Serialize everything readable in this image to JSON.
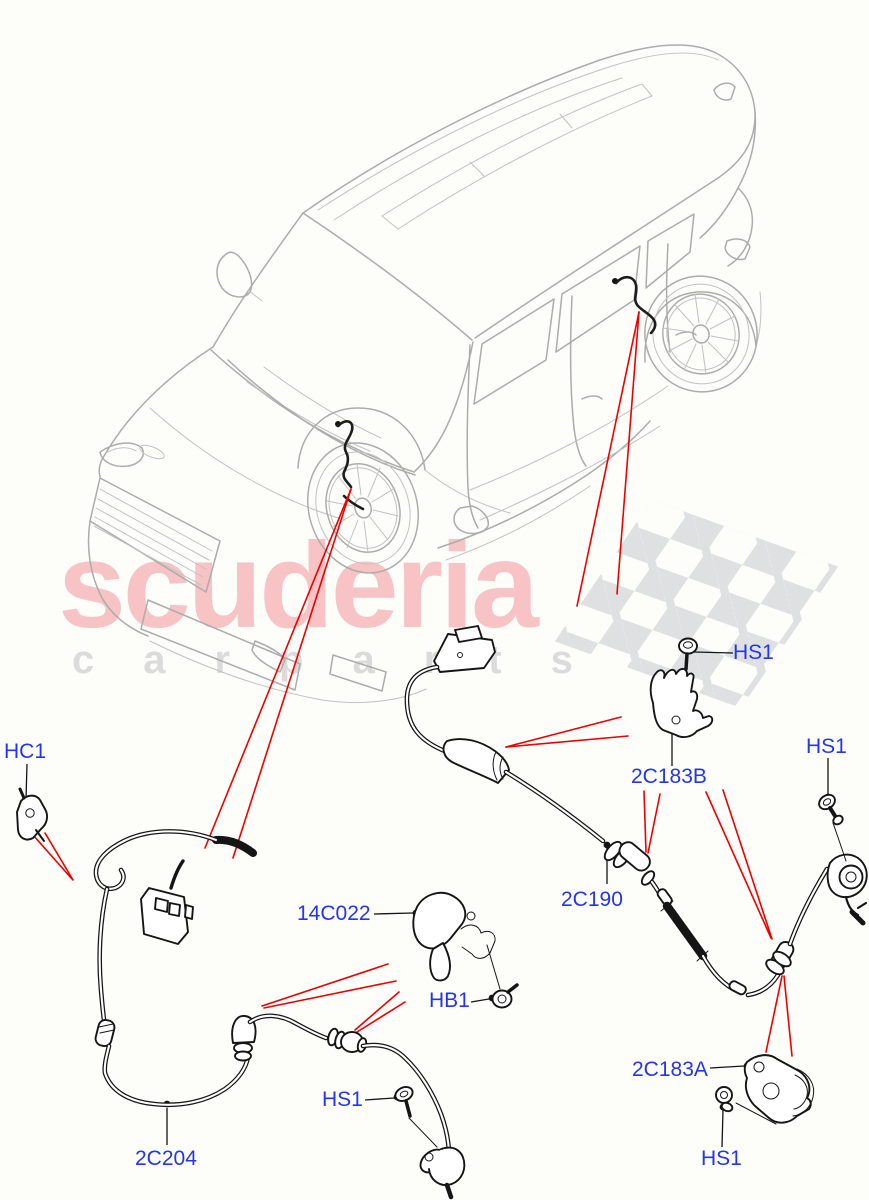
{
  "watermark": {
    "brand": "scuderia",
    "subtitle": "carparts"
  },
  "labels": [
    {
      "id": "hc1",
      "text": "HC1"
    },
    {
      "id": "hs1-top",
      "text": "HS1"
    },
    {
      "id": "hs1-right",
      "text": "HS1"
    },
    {
      "id": "2c183b",
      "text": "2C183B"
    },
    {
      "id": "2c190",
      "text": "2C190"
    },
    {
      "id": "14c022",
      "text": "14C022"
    },
    {
      "id": "hb1",
      "text": "HB1"
    },
    {
      "id": "2c183a",
      "text": "2C183A"
    },
    {
      "id": "hs1-botleft",
      "text": "HS1"
    },
    {
      "id": "2c204",
      "text": "2C204"
    },
    {
      "id": "hs1-botright",
      "text": "HS1"
    }
  ],
  "colors": {
    "label_blue": "#2435EE",
    "callout_red": "#EE0000",
    "watermark_pink": "#F6AEB2",
    "subtitle_gray": "#D8D8D8",
    "flag_gray": "#DADCDF",
    "car_gray": "#ACACAC",
    "part_black": "#151515",
    "page_bg": "#FDFDF9"
  }
}
